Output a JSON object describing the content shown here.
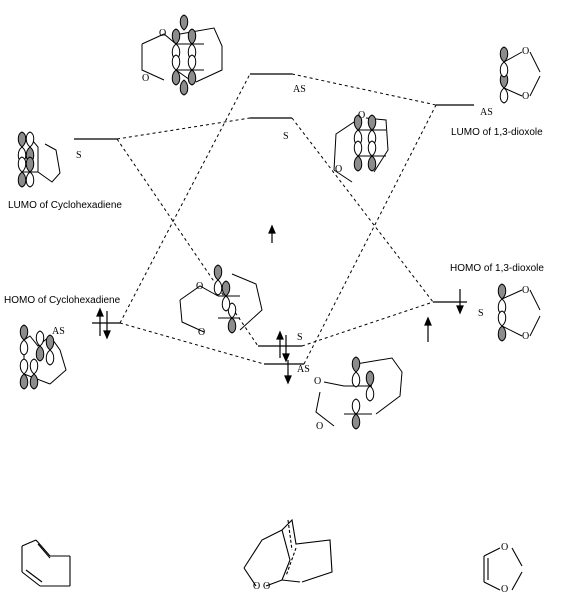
{
  "labels": {
    "lumo_cyclohexadiene": "LUMO of Cyclohexadiene",
    "homo_cyclohexadiene": "HOMO of Cyclohexadiene",
    "lumo_dioxole": "LUMO of 1,3-dioxole",
    "homo_dioxole": "HOMO of 1,3-dioxole"
  },
  "symmetry": {
    "lumo_cyclohexadiene": "S",
    "homo_cyclohexadiene": "AS",
    "lumo_dioxole": "AS",
    "homo_dioxole": "S",
    "center_upper_as": "AS",
    "center_upper_s": "S",
    "center_lower_s": "S",
    "center_lower_as": "AS"
  },
  "atoms": {
    "oxygen": "O"
  },
  "colors": {
    "line": "#000000",
    "lobe_dark": "#8c8c8c",
    "lobe_light": "#ffffff"
  }
}
